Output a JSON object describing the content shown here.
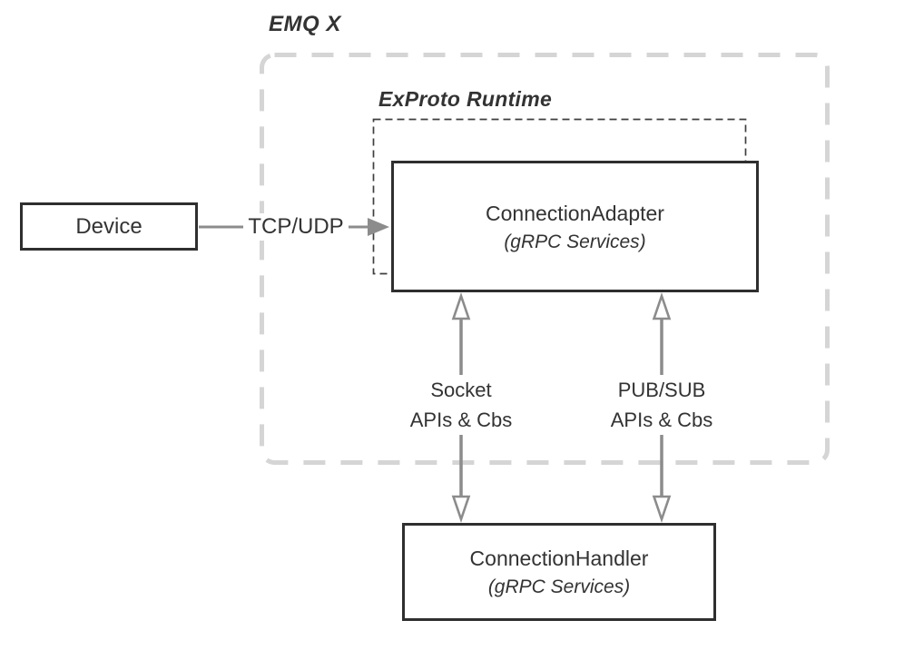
{
  "title": "EMQ X",
  "runtime": {
    "label": "ExProto Runtime"
  },
  "nodes": {
    "device": {
      "label": "Device"
    },
    "adapter": {
      "label": "ConnectionAdapter",
      "sublabel": "(gRPC Services)"
    },
    "handler": {
      "label": "ConnectionHandler",
      "sublabel": "(gRPC Services)"
    }
  },
  "edges": {
    "tcp": {
      "label": "TCP/UDP"
    },
    "socket": {
      "line1": "Socket",
      "line2": "APIs & Cbs"
    },
    "pubsub": {
      "line1": "PUB/SUB",
      "line2": "APIs & Cbs"
    }
  },
  "colors": {
    "background": "#ffffff",
    "box_border": "#2f2f2f",
    "text": "#333333",
    "arrow": "#8c8c8c",
    "outer_dash": "#d5d5d5",
    "inner_dash": "#3f3f3f"
  }
}
